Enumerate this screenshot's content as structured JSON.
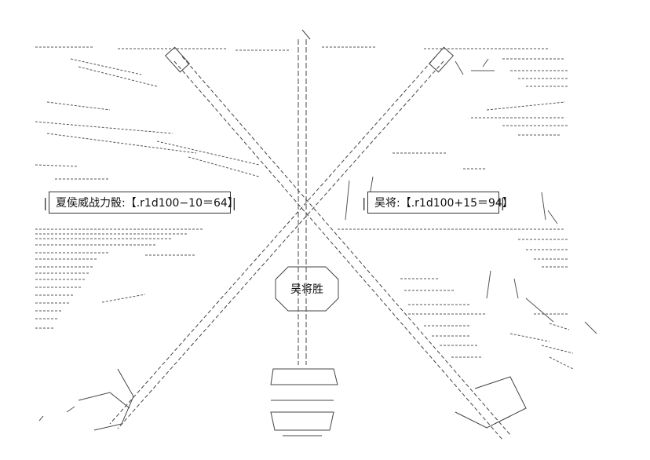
{
  "left_result": "夏侯威战力骰:【.r1d100−10＝64】",
  "right_result": "吴将:【.r1d100+15＝94】",
  "winner_label": "吴将胜",
  "colors": {
    "ink": "#333333",
    "background": "#ffffff"
  }
}
